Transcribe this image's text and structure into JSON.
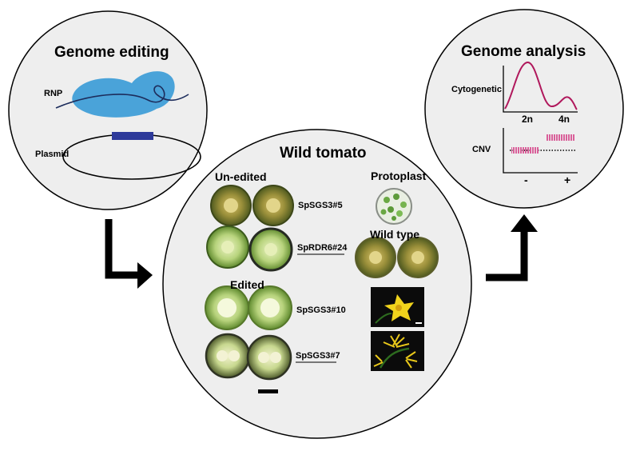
{
  "genome_editing": {
    "title": "Genome editing",
    "rnp_label": "RNP",
    "plasmid_label": "Plasmid"
  },
  "wild_tomato": {
    "title": "Wild tomato",
    "unedited_heading": "Un-edited",
    "edited_heading": "Edited",
    "protoplast_heading": "Protoplast",
    "wildtype_heading": "Wild type",
    "lines": [
      {
        "label": "SpSGS3#5",
        "underlined": false
      },
      {
        "label": "SpRDR6#24",
        "underlined": true
      },
      {
        "label": "SpSGS3#10",
        "underlined": false
      },
      {
        "label": "SpSGS3#7",
        "underlined": true
      }
    ]
  },
  "genome_analysis": {
    "title": "Genome analysis",
    "cytogenetic_label": "Cytogenetic",
    "cnv_label": "CNV",
    "ploidy_ticks": [
      "2n",
      "4n"
    ],
    "cnv_ticks": [
      "-",
      "+"
    ]
  },
  "colors": {
    "protein": "#4aa3d9",
    "plasmid_insert": "#2e3a9a",
    "cytogenetic_curve": "#b0185c",
    "cnv_marker": "#d9609a",
    "circle_fill": "#eeeeee",
    "arrow": "#000000"
  }
}
